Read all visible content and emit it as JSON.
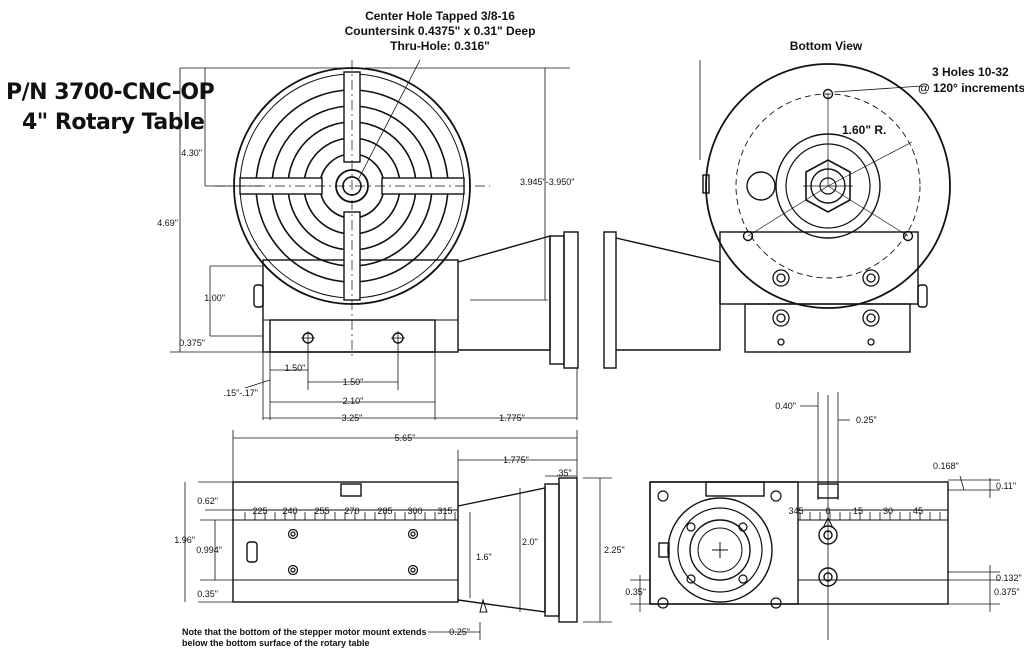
{
  "title": {
    "line1": "P/N 3700-CNC-OP",
    "line2": "4\" Rotary Table"
  },
  "callouts": {
    "center_hole": [
      "Center Hole Tapped 3/8-16",
      "Countersink 0.4375\" x 0.31\" Deep",
      "Thru-Hole: 0.316\""
    ],
    "bottom_view": "Bottom View",
    "three_holes": [
      "3 Holes 10-32",
      "@ 120° increments"
    ],
    "radius": "1.60\" R.",
    "note": [
      "Note that the bottom of the stepper motor mount extends",
      "below the bottom surface of the rotary table"
    ]
  },
  "dims": {
    "d430": "4.30\"",
    "d469": "4.69\"",
    "d100": "1.00\"",
    "d375a": "0.375\"",
    "d3945": "3.945\"-3.950\"",
    "d150a": "1.50\"",
    "d150b": "1.50\"",
    "d015": ".15\"-.17\"",
    "d210": "2.10\"",
    "d325": "3.25\"",
    "d1775a": "1.775\"",
    "d565": "5.65\"",
    "d1775b": "1.775\"",
    "d035a": ".35\"",
    "d062": "0.62\"",
    "d196": "1.96\"",
    "d0994": "0.994\"",
    "d035b": "0.35\"",
    "d16": "1.6\"",
    "d20": "2.0\"",
    "d225": "2.25\"",
    "d025a": "0.25\"",
    "d040": "0.40\"",
    "d025b": "0.25\"",
    "d0168": "0.168\"",
    "d011": "0.11\"",
    "d0132": "0.132\"",
    "d0375b": "0.375\"",
    "d035c": "0.35\""
  },
  "scale_left": [
    "225",
    "240",
    "255",
    "270",
    "285",
    "300",
    "315"
  ],
  "scale_right": [
    "345",
    "0",
    "15",
    "30",
    "45"
  ],
  "colors": {
    "ink": "#111111",
    "paper": "#ffffff"
  }
}
